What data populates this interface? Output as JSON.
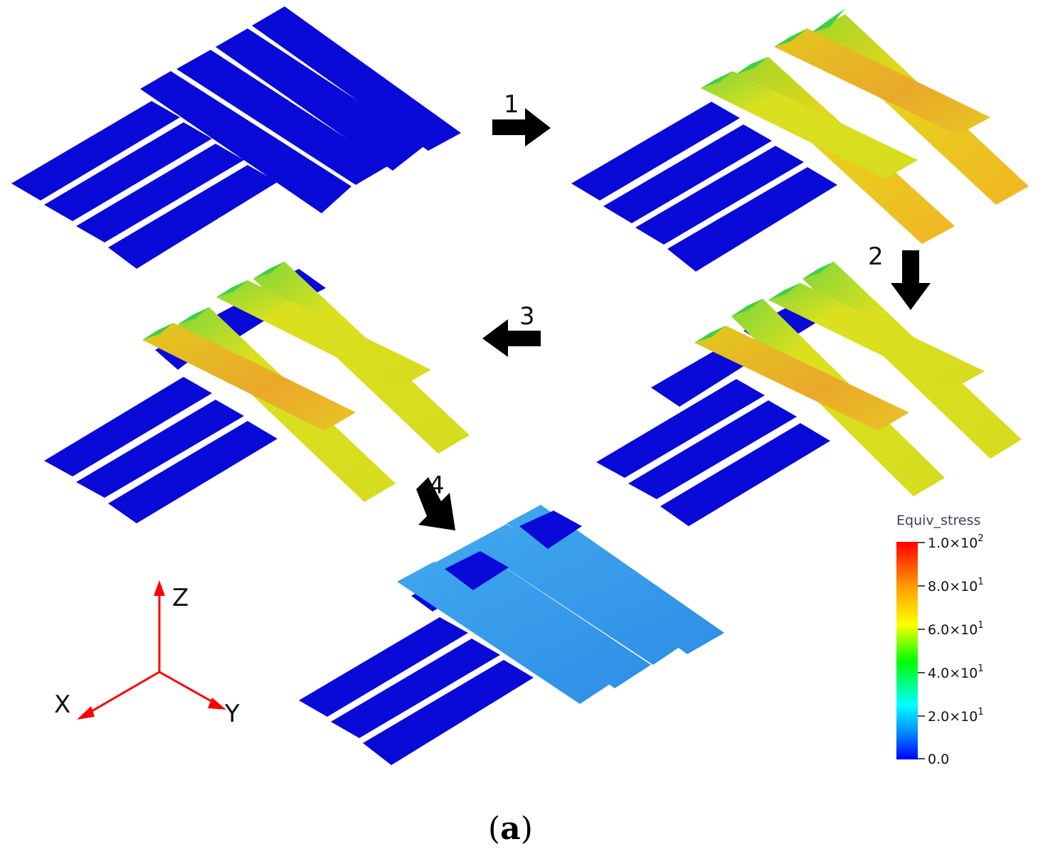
{
  "steps": [
    "1",
    "2",
    "3",
    "4"
  ],
  "axes": {
    "z": "Z",
    "x": "X",
    "y": "Y",
    "color": "#ff0000"
  },
  "legend": {
    "title": "Equiv_stress",
    "ticks": [
      {
        "mantissa": "1.0×10",
        "exp": "2"
      },
      {
        "mantissa": "8.0×10",
        "exp": "1"
      },
      {
        "mantissa": "6.0×10",
        "exp": "1"
      },
      {
        "mantissa": "4.0×10",
        "exp": "1"
      },
      {
        "mantissa": "2.0×10",
        "exp": "1"
      },
      {
        "mantissa": "0.0",
        "exp": ""
      }
    ],
    "colors": [
      "#ff0000",
      "#ff8800",
      "#ffff00",
      "#00ff00",
      "#00ffff",
      "#0000ff"
    ]
  },
  "caption": {
    "open": "(",
    "letter": "a",
    "close": ")"
  },
  "colors": {
    "unstressed": "#0a0ad8",
    "mid_stress": "#d7e21c",
    "high_stress": "#f0b428",
    "released": "#3b9cee"
  }
}
